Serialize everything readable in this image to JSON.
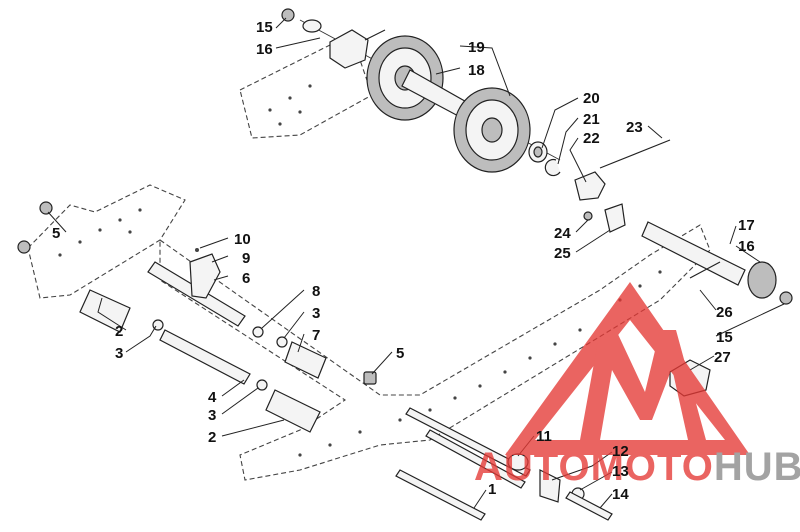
{
  "callouts": {
    "c15a": "15",
    "c16a": "16",
    "c19": "19",
    "c18": "18",
    "c20": "20",
    "c21": "21",
    "c22": "22",
    "c23": "23",
    "c5a": "5",
    "c10": "10",
    "c9": "9",
    "c6": "6",
    "c17": "17",
    "c16b": "16",
    "c24": "24",
    "c25": "25",
    "c26": "26",
    "c15b": "15",
    "c8": "8",
    "c3a": "3",
    "c7": "7",
    "c2a": "2",
    "c3b": "3",
    "c5b": "5",
    "c27": "27",
    "c4": "4",
    "c3c": "3",
    "c2b": "2",
    "c11": "11",
    "c12": "12",
    "c13": "13",
    "c14": "14",
    "c1": "1"
  },
  "watermark": {
    "part1": "AUTO",
    "part2": "MOTO",
    "part3": "HUB",
    "color_red": "#e53935",
    "color_gray": "#8a8a8a"
  }
}
